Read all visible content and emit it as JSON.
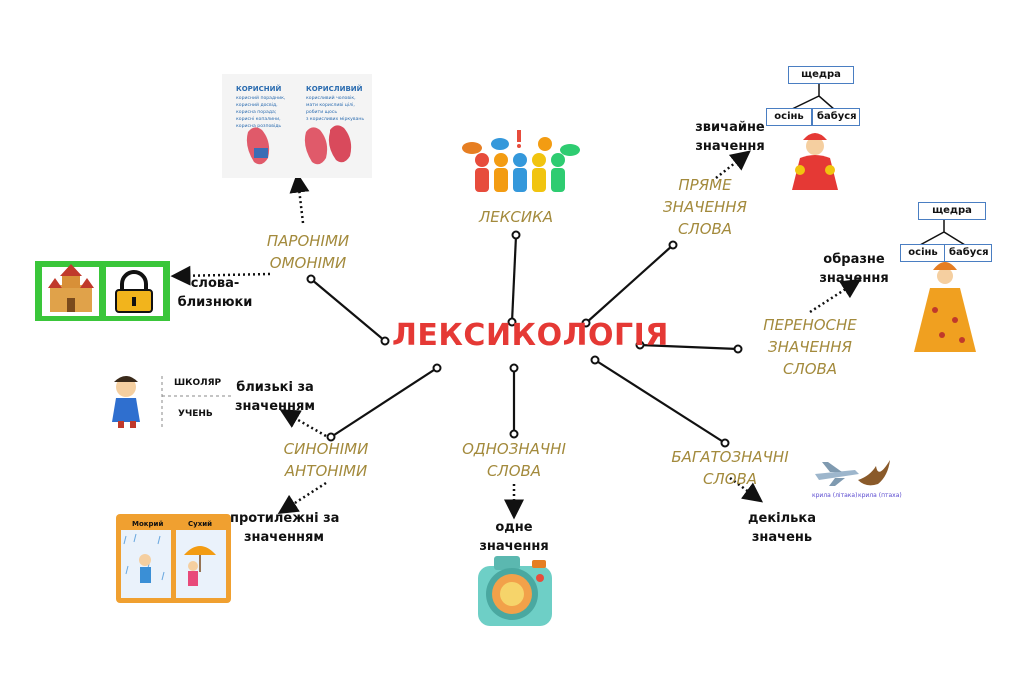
{
  "center": "ЛЕКСИКОЛОГІЯ",
  "branches": {
    "leksyka": "ЛЕКСИКА",
    "paronimy_1": "ПАРОНІМИ",
    "paronimy_2": "ОМОНІМИ",
    "priame_1": "ПРЯМЕ",
    "priame_2": "ЗНАЧЕННЯ",
    "priame_3": "СЛОВА",
    "perenosne_1": "ПЕРЕНОСНЕ",
    "perenosne_2": "ЗНАЧЕННЯ",
    "perenosne_3": "СЛОВА",
    "synonimy_1": "СИНОНІМИ",
    "synonimy_2": "АНТОНІМИ",
    "odnoznachni_1": "ОДНОЗНАЧНІ",
    "odnoznachni_2": "СЛОВА",
    "bagatoznachni_1": "БАГАТОЗНАЧНІ",
    "bagatoznachni_2": "СЛОВА"
  },
  "notes": {
    "slova_1": "слова-",
    "slova_2": "близнюки",
    "zvychaine_1": "звичайне",
    "zvychaine_2": "значення",
    "obrazne_1": "образне",
    "obrazne_2": "значення",
    "blyzki_1": "близькі за",
    "blyzki_2": "значенням",
    "protylezhni_1": "протилежні за",
    "protylezhni_2": "значенням",
    "odne_1": "одне",
    "odne_2": "значення",
    "dekilka_1": "декілька",
    "dekilka_2": "значень"
  },
  "tree_top": {
    "root": "щедра",
    "left": "осінь",
    "right": "бабуся"
  },
  "tree_mid": {
    "root": "щедра",
    "left": "осінь",
    "right": "бабуся"
  },
  "school": {
    "word1": "ШКОЛЯР",
    "word2": "УЧЕНЬ"
  },
  "weather": {
    "left": "Мокрий",
    "right": "Сухий"
  },
  "paronym_card": {
    "left_title": "КОРИСНИЙ",
    "right_title": "КОРИСЛИВИЙ",
    "left_text": [
      "корисний порадник,",
      "корисний досвід,",
      "корисна порада;",
      "корисні копалини,",
      "корисна розповідь"
    ],
    "right_text": [
      "корисливий чоловік,",
      "мати корисливі цілі,",
      "робити щось",
      "з корисливих міркувань"
    ]
  },
  "birds": {
    "left": "крила (літака)",
    "right": "крила (птаха)"
  },
  "colors": {
    "center": "#e53935",
    "branch_label": "#a38a3c",
    "line": "#111111",
    "tree_border": "#4a7ec2"
  }
}
